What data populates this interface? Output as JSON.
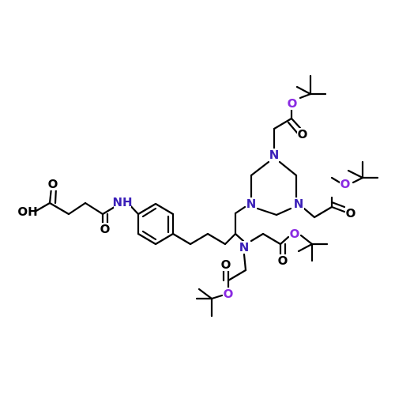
{
  "colors": {
    "bond": "#000000",
    "carbon_label": "#000000",
    "nitrogen": "#3a1fb8",
    "oxygen": "#000000",
    "ester_oxygen": "#8a2be2",
    "background": "#ffffff"
  },
  "atoms": {
    "oh": "OH",
    "o_acid_carbonyl": "O",
    "nh": "NH",
    "o_amide": "O",
    "n_amine": "N",
    "n_ring_top": "N",
    "n_ring_right": "N",
    "n_ring_left": "N",
    "o_top_ester": "O",
    "o_top_carbonyl": "O",
    "o_right_ester": "O",
    "o_right_carbonyl": "O",
    "o_mid_ester": "O",
    "o_mid_carbonyl": "O",
    "o_low_ester": "O",
    "o_low_carbonyl": "O"
  }
}
